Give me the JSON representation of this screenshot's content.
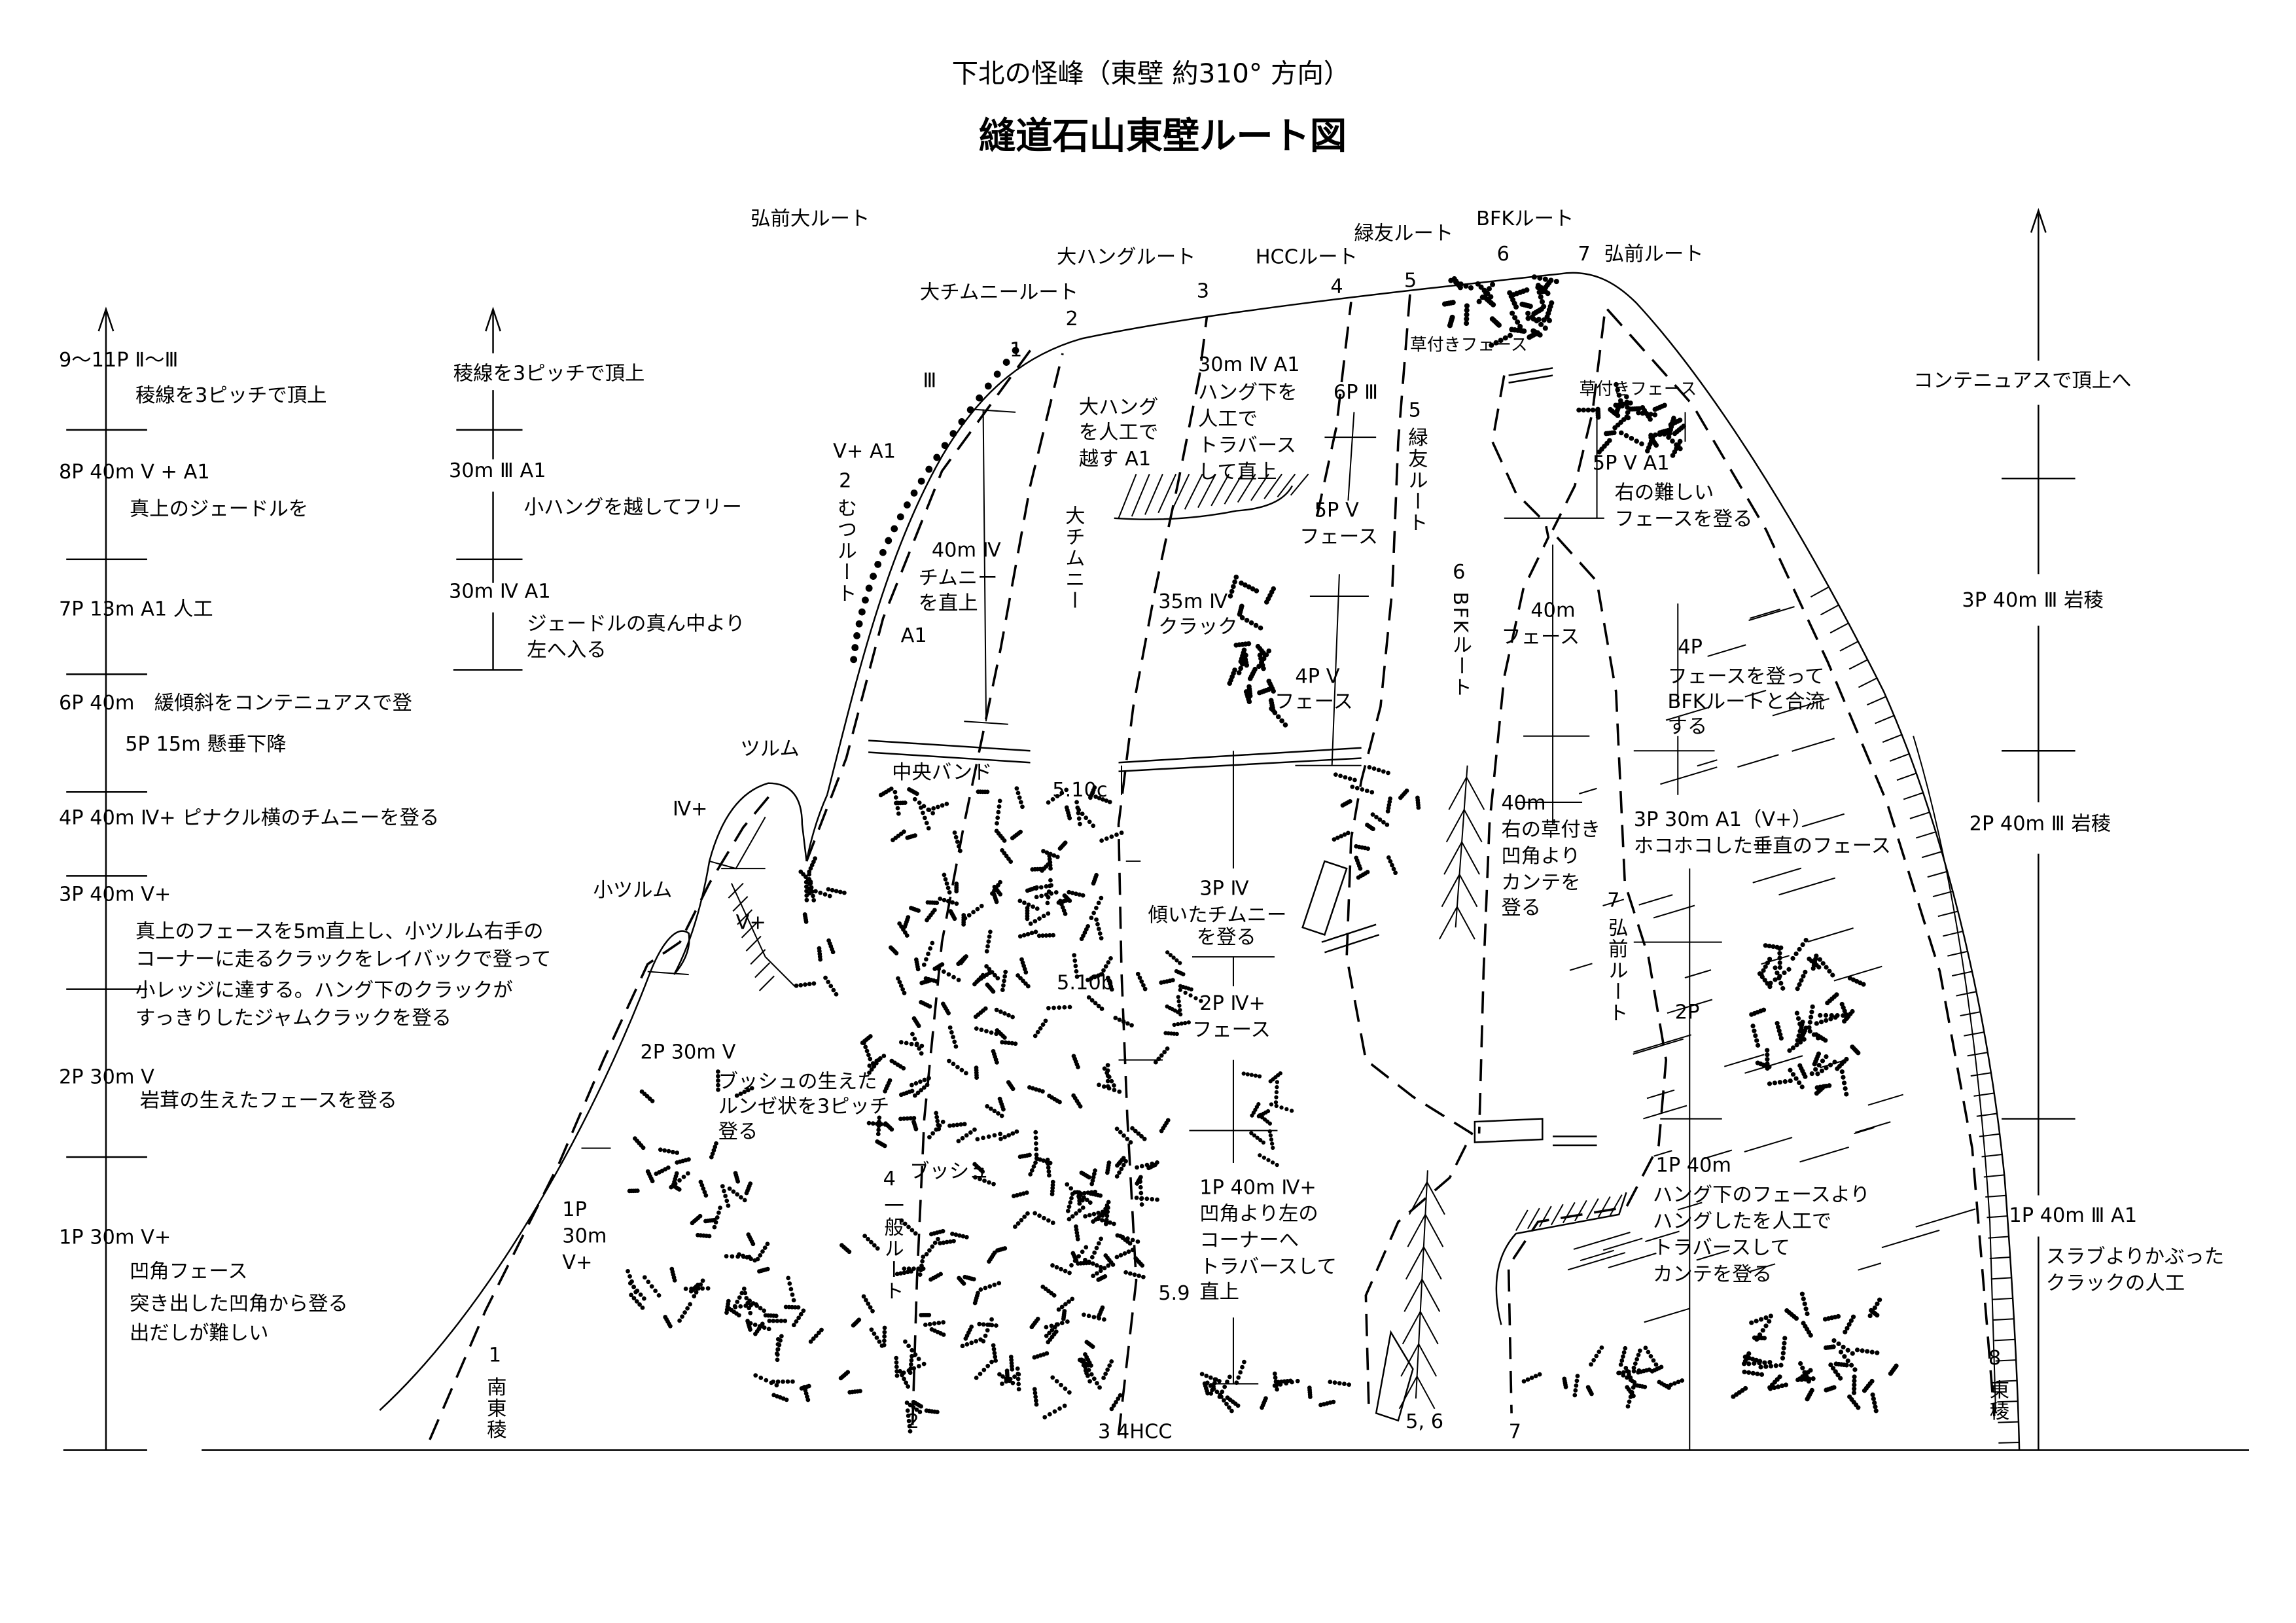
{
  "header": {
    "subtitle": "下北の怪峰（東壁 約310° 方向）",
    "title": "縫道石山東壁ルート図"
  },
  "route_names": {
    "hirosaki_dai": "弘前大ルート",
    "dai_chimney": "大チムニールート",
    "dai_hang": "大ハングルート",
    "hcc": "HCCルート",
    "ryokuyu": "緑友ルート",
    "bfk": "BFKルート",
    "hirosaki": "弘前ルート"
  },
  "route_numbers_top": [
    "1",
    "2",
    "3",
    "4",
    "5",
    "6",
    "7"
  ],
  "route_numbers_bottom": {
    "r1": "1",
    "r1_name": "南東稜",
    "r2": "2",
    "r34": "3 4HCC",
    "r56": "5, 6",
    "r7": "7",
    "r8": "8",
    "r8_name": "東稜"
  },
  "left_guide": {
    "pitches": [
      {
        "head": "9～11P Ⅱ～Ⅲ",
        "desc": [
          "稜線を3ピッチで頂上"
        ]
      },
      {
        "head": "8P 40m Ⅴ + A1",
        "desc": [
          "真上のジェードルを"
        ]
      },
      {
        "head": "7P 13m A1 人工",
        "desc": []
      },
      {
        "head": "6P 40m　緩傾斜をコンテニュアスで登",
        "desc": [
          "5P 15m 懸垂下降"
        ]
      },
      {
        "head": "4P 40m Ⅳ+ ピナクル横のチムニーを登る",
        "desc": []
      },
      {
        "head": "3P 40m Ⅴ+",
        "desc": [
          "真上のフェースを5m直上し、小ツルム右手の",
          "コーナーに走るクラックをレイバックで登って",
          "小レッジに達する。ハング下のクラックが",
          "すっきりしたジャムクラックを登る"
        ]
      },
      {
        "head": "2P 30m Ⅴ",
        "desc": [
          "岩茸の生えたフェースを登る"
        ]
      },
      {
        "head": "1P 30m Ⅴ+",
        "desc": [
          "凹角フェース",
          "突き出した凹角から登る",
          "出だしが難しい"
        ]
      }
    ]
  },
  "mid_guide": {
    "top": "稜線を3ピッチで頂上",
    "p1_head": "30m Ⅲ A1",
    "p1_desc": "小ハングを越してフリー",
    "p2_head": "30m Ⅳ A1",
    "p2_desc": [
      "ジェードルの真ん中より",
      "左へ入る"
    ]
  },
  "right_guide": {
    "top": "コンテニュアスで頂上へ",
    "p3": "3P 40m Ⅲ 岩稜",
    "p2": "2P 40m Ⅲ 岩稜",
    "p1": "1P 40m Ⅲ A1",
    "p1_desc": [
      "スラブよりかぶった",
      "クラックの人工"
    ]
  },
  "face_labels": {
    "mutsu_grade_top": "Ⅲ",
    "mutsu_grade": "Ⅴ+ A1",
    "mutsu_num": "2",
    "mutsu_name": "むつルート",
    "chimney_40": [
      "40m Ⅳ",
      "チムニー",
      "を直上"
    ],
    "a1": "A1",
    "daihang_note": [
      "大ハング",
      "を人工で",
      "越す A1"
    ],
    "dai_chimney_v": "大チムニー",
    "hang_traverse": [
      "30m Ⅳ A1",
      "ハング下を",
      "人工で",
      "トラバース",
      "して直上"
    ],
    "p6_3": "6P Ⅲ",
    "ryokuyu_num": "5",
    "ryokuyu_v": "緑友ルート",
    "p5_5": [
      "5P Ⅴ",
      "フェース"
    ],
    "crack_35": [
      "35m Ⅳ",
      "クラック"
    ],
    "p4_5": [
      "4P Ⅴ",
      "フェース"
    ],
    "bfk_num": "6",
    "bfk_v": "BFKルート",
    "kusatsuki1": "草付きフェース",
    "kusatsuki2": "草付きフェース",
    "p5_5a1": [
      "5P Ⅴ A1",
      "右の難しい",
      "フェースを登る"
    ],
    "face_40": [
      "40m",
      "フェース"
    ],
    "p4_join": [
      "4P",
      "フェースを登って",
      "BFKルートと合流",
      "する"
    ],
    "tsurumu": "ツルム",
    "tsurumu_grade": "Ⅳ+",
    "ko_tsurumu": "小ツルム",
    "ko_tsurumu_grade": "Ⅴ+",
    "chuo_band": "中央バンド",
    "g510c": "5.10c",
    "kusatsuki_kanten": [
      "40m",
      "右の草付き",
      "凹角より",
      "カンテを",
      "登る"
    ],
    "p3_hokohoko": [
      "3P 30m A1（Ⅴ+）",
      "ホコホコした垂直のフェース"
    ],
    "hirosaki_num": "7",
    "hirosaki_v": "弘前ルート",
    "p3_chimney": [
      "3P Ⅳ",
      "傾いたチムニー",
      "を登る"
    ],
    "g510b": "5.10b",
    "p2_face": [
      "2P Ⅳ+",
      "フェース"
    ],
    "p2_label": "2P",
    "p2_30_5": "2P 30m Ⅴ",
    "bush_runze": [
      "ブッシュの生えた",
      "ルンゼ状を3ピッチ",
      "登る"
    ],
    "bush": "ブッシュ",
    "ippan_num": "4",
    "ippan_v": "一般ルート",
    "p1_corner": [
      "1P 40m Ⅳ+",
      "凹角より左の",
      "コーナーへ",
      "トラバースして",
      "直上"
    ],
    "g59": "5.9",
    "p1_hang": [
      "1P 40m",
      "ハング下のフェースより",
      "ハングしたを人工で",
      "トラバースして",
      "カンテを登る"
    ],
    "p1_30": [
      "1P",
      "30m",
      "Ⅴ+"
    ]
  },
  "colors": {
    "ink": "#000000",
    "paper": "#ffffff"
  }
}
